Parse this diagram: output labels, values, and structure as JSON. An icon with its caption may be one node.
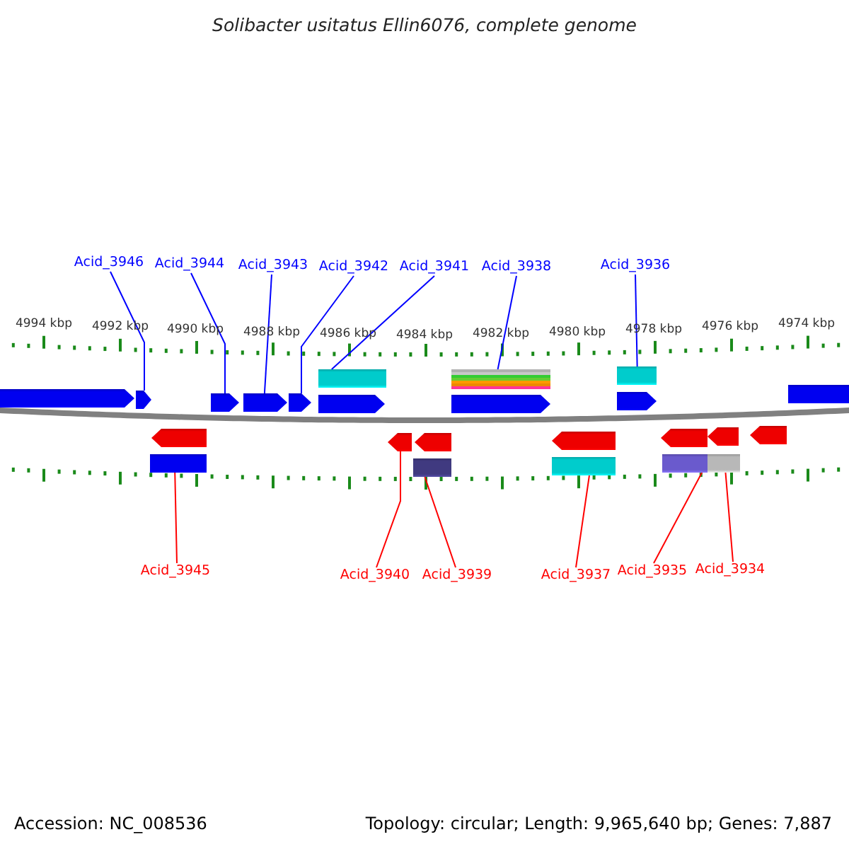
{
  "diagram": {
    "title": "Solibacter usitatus Ellin6076, complete genome",
    "nodes": [
      {
        "text": [
          "Acid_3946"
        ]
      },
      {
        "text": [
          "Acid_3944"
        ]
      },
      {
        "text": [
          "Acid_3943"
        ]
      },
      {
        "text": [
          "Acid_3942"
        ]
      },
      {
        "text": [
          "Acid_3941"
        ]
      },
      {
        "text": [
          "Acid_3938"
        ]
      },
      {
        "text": [
          "Acid_3936"
        ]
      },
      {
        "text": [
          "Acid_3945"
        ]
      },
      {
        "text": [
          "Acid_3940"
        ]
      },
      {
        "text": [
          "Acid_3939"
        ]
      },
      {
        "text": [
          "Acid_3937"
        ]
      },
      {
        "text": [
          "Acid_3935"
        ]
      },
      {
        "text": [
          "Acid_3934"
        ]
      },
      {
        "text": [],
        "shape": "arrow"
      },
      {
        "text": [],
        "shape": "arrow"
      },
      {
        "text": [],
        "shape": "arrow"
      },
      {
        "text": [],
        "shape": "arrow"
      },
      {
        "text": [],
        "shape": "arrow"
      },
      {
        "text": [],
        "shape": "arrow"
      },
      {
        "text": [],
        "shape": "bar"
      },
      {
        "text": [],
        "shape": "bar"
      },
      {
        "text": [],
        "shape": "arrow"
      },
      {
        "text": [],
        "shape": "bar"
      },
      {
        "text": [],
        "shape": "arrow"
      },
      {
        "text": [],
        "shape": "bar"
      },
      {
        "text": [],
        "shape": "arrow"
      },
      {
        "text": [],
        "shape": "bar"
      },
      {
        "text": [],
        "shape": "arrow"
      },
      {
        "text": [],
        "shape": "arrow"
      },
      {
        "text": [],
        "shape": "bar"
      },
      {
        "text": [],
        "shape": "arrow"
      },
      {
        "text": [],
        "shape": "bar"
      },
      {
        "text": [],
        "shape": "arrow"
      },
      {
        "text": [],
        "shape": "arrow"
      },
      {
        "text": [],
        "shape": "arrow"
      },
      {
        "text": [],
        "shape": "bar"
      },
      {
        "text": [],
        "shape": "bar"
      }
    ],
    "edges": [
      {
        "from": 0,
        "to": 14,
        "arrow": "none"
      },
      {
        "from": 1,
        "to": 15,
        "arrow": "none"
      },
      {
        "from": 2,
        "to": 16,
        "arrow": "none"
      },
      {
        "from": 3,
        "to": 17,
        "arrow": "none"
      },
      {
        "from": 4,
        "to": 19,
        "arrow": "none"
      },
      {
        "from": 5,
        "to": 20,
        "arrow": "none"
      },
      {
        "from": 6,
        "to": 22,
        "arrow": "none"
      },
      {
        "from": 7,
        "to": 26,
        "arrow": "none",
        "color": "#ff0000"
      },
      {
        "from": 8,
        "to": 27,
        "arrow": "none",
        "color": "#ff0000"
      },
      {
        "from": 9,
        "to": 29,
        "arrow": "none",
        "color": "#ff0000"
      },
      {
        "from": 10,
        "to": 31,
        "arrow": "none",
        "color": "#ff0000"
      },
      {
        "from": 11,
        "to": 35,
        "arrow": "none",
        "color": "#ff0000"
      },
      {
        "from": 12,
        "to": 36,
        "arrow": "none",
        "color": "#ff0000"
      }
    ],
    "labels": [
      "4994 kbp",
      "4992 kbp",
      "4990 kbp",
      "4988 kbp",
      "4986 kbp",
      "4984 kbp",
      "4982 kbp",
      "4980 kbp",
      "4978 kbp",
      "4976 kbp",
      "4974 kbp",
      "Accession: NC_008536",
      "Topology: circular; Length: 9,965,640 bp; Genes: 7,887"
    ]
  }
}
